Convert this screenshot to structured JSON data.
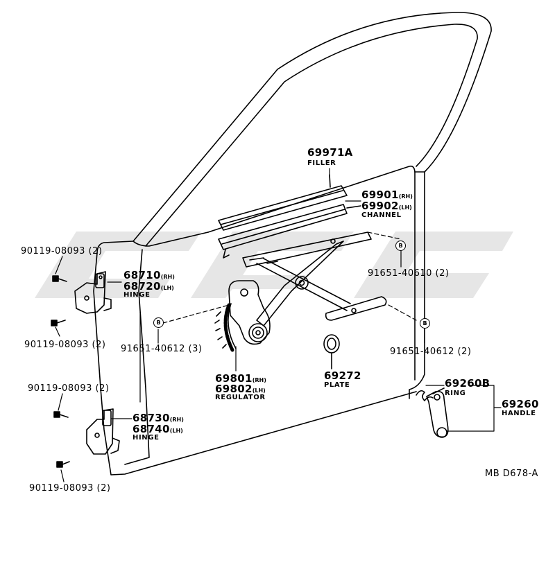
{
  "diagram_id": "MB D678-A",
  "bolt_marker": "B",
  "parts": {
    "filler": {
      "number": "69971A",
      "name": "FILLER"
    },
    "channel": {
      "number_rh": "69901",
      "number_lh": "69902",
      "rh": "(RH)",
      "lh": "(LH)",
      "name": "CHANNEL"
    },
    "bolt_upper_right": {
      "text": "91651-40610 (2)"
    },
    "bolt_left": {
      "text": "91651-40612 (3)"
    },
    "bolt_lower_right": {
      "text": "91651-40612 (2)"
    },
    "hinge_upper": {
      "number_rh": "68710",
      "number_lh": "68720",
      "rh": "(RH)",
      "lh": "(LH)",
      "name": "HINGE"
    },
    "hinge_lower": {
      "number_rh": "68730",
      "number_lh": "68740",
      "rh": "(RH)",
      "lh": "(LH)",
      "name": "HINGE"
    },
    "screw_1": {
      "text": "90119-08093 (2)"
    },
    "screw_2": {
      "text": "90119-08093 (2)"
    },
    "screw_3": {
      "text": "90119-08093 (2)"
    },
    "screw_4": {
      "text": "90119-08093 (2)"
    },
    "regulator": {
      "number_rh": "69801",
      "number_lh": "69802",
      "rh": "(RH)",
      "lh": "(LH)",
      "name": "REGULATOR"
    },
    "plate": {
      "number": "69272",
      "name": "PLATE"
    },
    "ring": {
      "number": "69260B",
      "name": "RING"
    },
    "handle": {
      "number": "69260",
      "name": "HANDLE"
    }
  },
  "colors": {
    "ink": "#000000",
    "background": "#ffffff",
    "watermark": "#c9c9c9"
  }
}
